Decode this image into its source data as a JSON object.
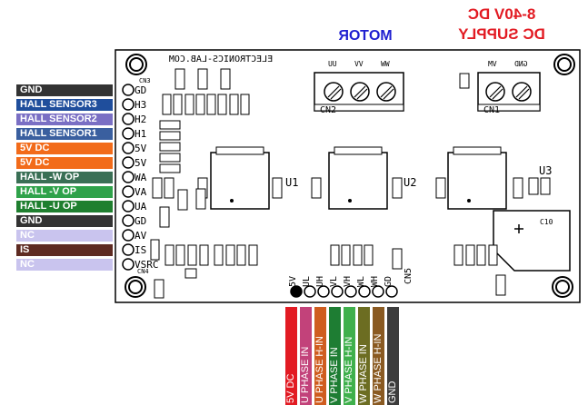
{
  "supply": {
    "line1": "DC SUPPLY",
    "line2": "8-40V DC"
  },
  "motor": {
    "label": "MOTOR"
  },
  "board": {
    "brand": "ELECTRONICS-LAB.COM"
  },
  "connectors": {
    "cn1": "CN1",
    "cn2": "CN2",
    "cn3": "CN3",
    "cn4": "CN4",
    "cn5": "CN5"
  },
  "cn1_pins": [
    "VM",
    "GND"
  ],
  "cn2_pins": [
    "UU",
    "VV",
    "WW"
  ],
  "chips": {
    "u1": "U1",
    "u2": "U2",
    "u3": "U3"
  },
  "cap_c10": "C10",
  "left_pins": [
    "GD",
    "H3",
    "H2",
    "H1",
    "5V",
    "5V",
    "WA",
    "VA",
    "UA",
    "GD",
    "AV",
    "IS",
    "VSRC"
  ],
  "left_labels": [
    {
      "text": "GND",
      "color": "#333333"
    },
    {
      "text": "HALL SENSOR3",
      "color": "#1f4e9c"
    },
    {
      "text": "HALL SENSOR2",
      "color": "#7a6fc4"
    },
    {
      "text": "HALL SENSOR1",
      "color": "#3a5f9f"
    },
    {
      "text": "5V DC",
      "color": "#f26b1a"
    },
    {
      "text": "5V DC",
      "color": "#f26b1a"
    },
    {
      "text": "HALL -W  OP",
      "color": "#3a6f55"
    },
    {
      "text": "HALL -V   OP",
      "color": "#2fa24a"
    },
    {
      "text": "HALL -U   OP",
      "color": "#1f7f2f"
    },
    {
      "text": "GND",
      "color": "#333333"
    },
    {
      "text": "NC",
      "color": "#c9c4ee"
    },
    {
      "text": "IS",
      "color": "#5e2b22"
    },
    {
      "text": "NC",
      "color": "#c9c4ee"
    }
  ],
  "bottom_pins": [
    "5V",
    "UL",
    "UH",
    "VL",
    "VH",
    "WL",
    "WH",
    "GD"
  ],
  "bottom_labels": [
    {
      "text": "5V DC",
      "color": "#e21b23"
    },
    {
      "text": "U PHASE IN",
      "color": "#c2427a"
    },
    {
      "text": "U PHASE H-IN",
      "color": "#cf5d1f"
    },
    {
      "text": "V PHASE IN",
      "color": "#1e7d33"
    },
    {
      "text": "V PHASE H-IN",
      "color": "#3fb04c"
    },
    {
      "text": "W PHASE IN",
      "color": "#6c6d22"
    },
    {
      "text": "W PHASE H-IN",
      "color": "#8a5a22"
    },
    {
      "text": "GND",
      "color": "#3c3c3c"
    }
  ],
  "accent_red": "#e21b23",
  "accent_blue": "#1f1fd0"
}
